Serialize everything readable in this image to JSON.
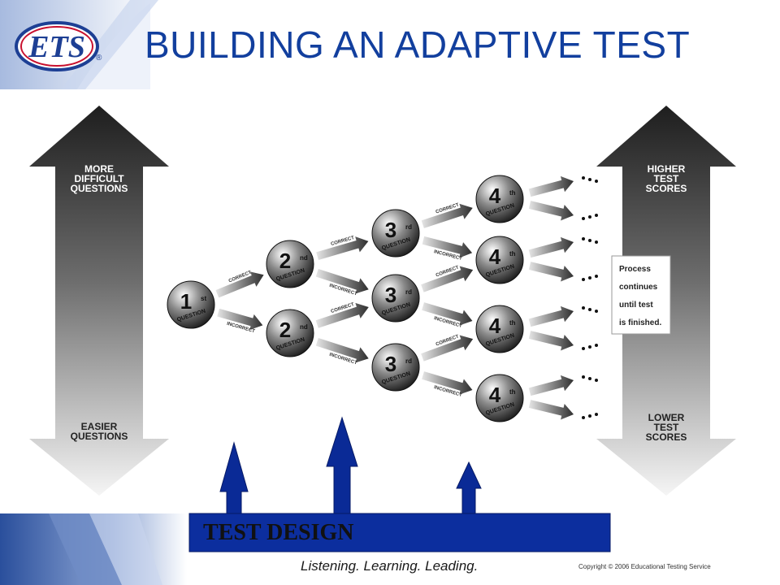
{
  "logo": {
    "text": "ETS",
    "registered": "®"
  },
  "title": "BUILDING AN ADAPTIVE TEST",
  "left_scale": {
    "top_label": [
      "MORE",
      "DIFFICULT",
      "QUESTIONS"
    ],
    "bottom_label": [
      "EASIER",
      "QUESTIONS"
    ]
  },
  "right_scale": {
    "top_label": [
      "HIGHER",
      "TEST",
      "SCORES"
    ],
    "bottom_label": [
      "LOWER",
      "TEST",
      "SCORES"
    ]
  },
  "question_nodes": [
    {
      "ordinal": "1",
      "suffix": "st",
      "word": "QUESTION"
    },
    {
      "ordinal": "2",
      "suffix": "nd",
      "word": "QUESTION"
    },
    {
      "ordinal": "2",
      "suffix": "nd",
      "word": "QUESTION"
    },
    {
      "ordinal": "3",
      "suffix": "rd",
      "word": "QUESTION"
    },
    {
      "ordinal": "3",
      "suffix": "rd",
      "word": "QUESTION"
    },
    {
      "ordinal": "3",
      "suffix": "rd",
      "word": "QUESTION"
    },
    {
      "ordinal": "4",
      "suffix": "th",
      "word": "QUESTION"
    },
    {
      "ordinal": "4",
      "suffix": "th",
      "word": "QUESTION"
    },
    {
      "ordinal": "4",
      "suffix": "th",
      "word": "QUESTION"
    },
    {
      "ordinal": "4",
      "suffix": "th",
      "word": "QUESTION"
    }
  ],
  "branch_labels": {
    "correct": "CORRECT",
    "incorrect": "INCORRECT"
  },
  "process_note": [
    "Process",
    "continues",
    "until test",
    "is finished."
  ],
  "test_design_label": "TEST DESIGN",
  "footer": {
    "tagline": "Listening. Learning. Leading.",
    "copyright": "Copyright © 2006 Educational Testing Service"
  },
  "colors": {
    "title": "#123f9e",
    "accent_blue": "#0a2a96",
    "banner_blue": "#0c2e9e"
  }
}
